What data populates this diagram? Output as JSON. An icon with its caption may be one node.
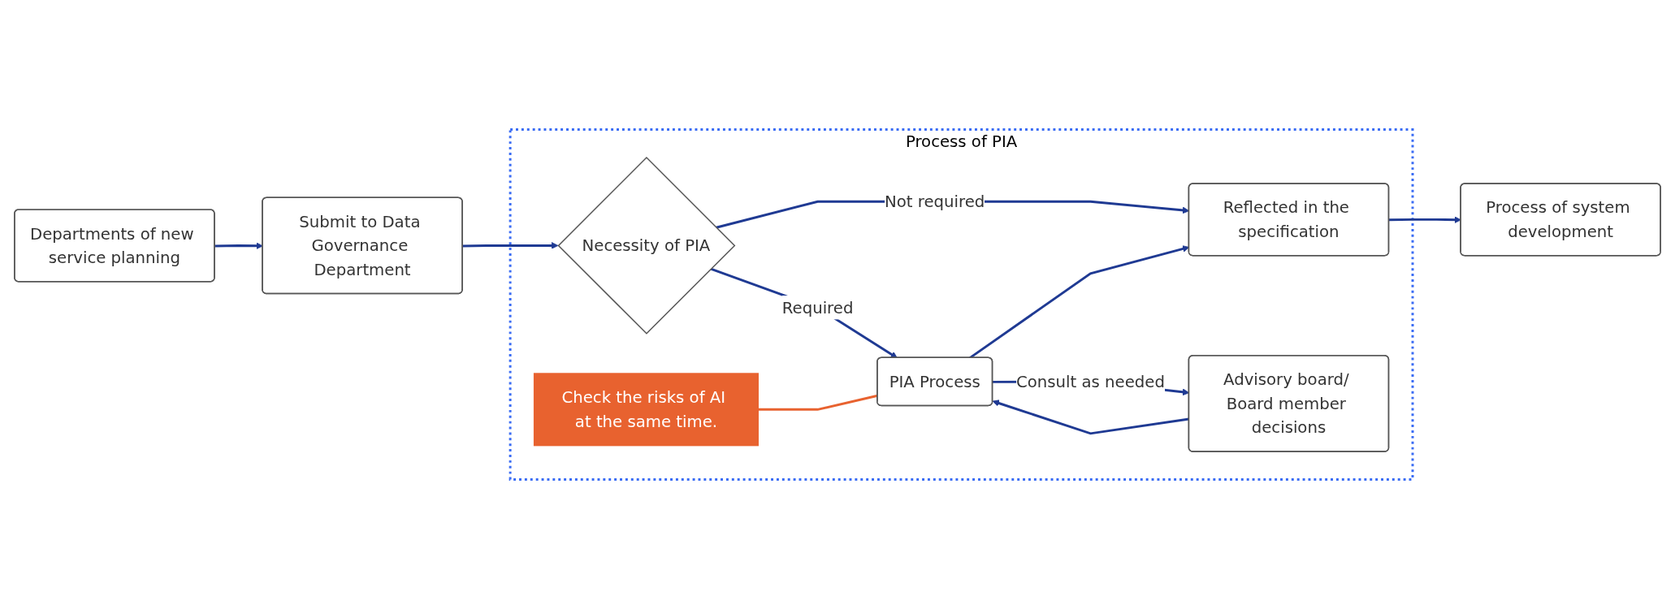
{
  "diagram": {
    "nodes": [
      {
        "text": [
          "Process of PIA"
        ]
      },
      {
        "text": [
          "Departments of new service planning"
        ]
      },
      {
        "text": [
          "Submit to Data Governance Department"
        ]
      },
      {
        "text": [
          "Necessity of PIA"
        ],
        "in": 0
      },
      {
        "text": [
          "PIA Process"
        ],
        "in": 0
      },
      {
        "text": [
          "Reflected in the specification"
        ],
        "in": 0
      },
      {
        "text": [
          "Advisory board/ Board member decisions"
        ],
        "in": 0
      },
      {
        "text": [
          "Check the risks of AI at the same time."
        ],
        "in": 0
      },
      {
        "text": [
          "Process of system development"
        ]
      }
    ],
    "edges": [
      {
        "from": 1,
        "to": 2,
        "arrow": "to"
      },
      {
        "from": 2,
        "to": 3,
        "arrow": "to"
      },
      {
        "from": 3,
        "to": 5,
        "label": "Not required",
        "arrow": "to"
      },
      {
        "from": 3,
        "to": 4,
        "label": "Required",
        "arrow": "to"
      },
      {
        "from": 4,
        "to": 5,
        "arrow": "to"
      },
      {
        "from": 4,
        "to": 6,
        "label": "Consult as needed",
        "arrow": "to"
      },
      {
        "from": 6,
        "to": 4,
        "arrow": "to"
      },
      {
        "from": 5,
        "to": 8,
        "arrow": "to"
      },
      {
        "from": 7,
        "to": 4,
        "arrow": "none",
        "color": "#e8622f"
      }
    ]
  }
}
